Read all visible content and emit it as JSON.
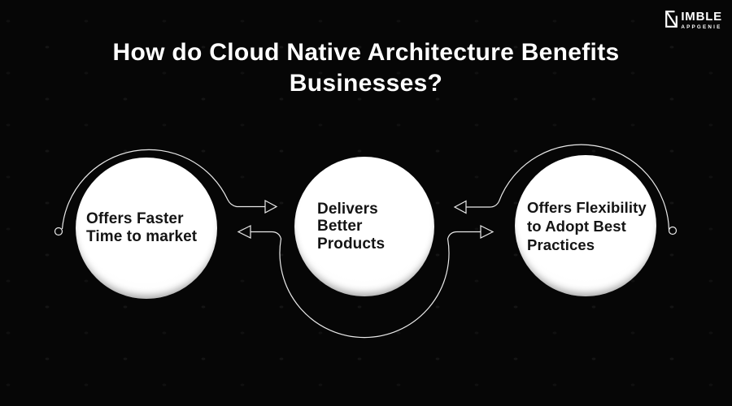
{
  "page": {
    "background_color": "#060606"
  },
  "brand": {
    "icon": "nimble-n-icon",
    "name_main": "IMBLE",
    "name_sub": "APPGENIE"
  },
  "header": {
    "title_line1": "How do Cloud Native Architecture Benefits",
    "title_line2": "Businesses?"
  },
  "diagram": {
    "nodes": [
      {
        "label": "Offers Faster\nTime to market"
      },
      {
        "label": "Delivers\nBetter\nProducts"
      },
      {
        "label": "Offers Flexibility\nto Adopt Best\nPractices"
      }
    ],
    "colors": {
      "circle_fill": "#ffffff",
      "connector_line": "#e9e9e9",
      "node_text": "#141414",
      "title_text": "#ffffff"
    }
  }
}
